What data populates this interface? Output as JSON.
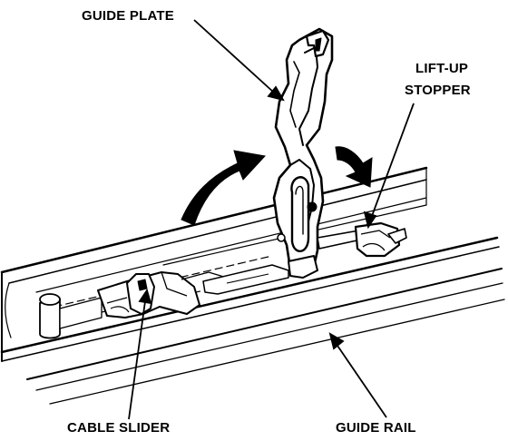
{
  "labels": {
    "guide_plate": "GUIDE PLATE",
    "lift_up_line1": "LIFT-UP",
    "lift_up_line2": "STOPPER",
    "cable_slider": "CABLE SLIDER",
    "guide_rail": "GUIDE RAIL"
  },
  "colors": {
    "ink": "#000000",
    "paper": "#ffffff"
  },
  "icons": {
    "rotate_up": "curved-arrow-up-icon",
    "rotate_down": "curved-arrow-down-icon"
  }
}
